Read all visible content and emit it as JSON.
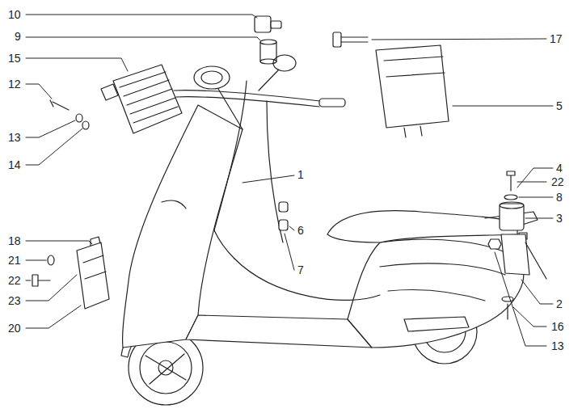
{
  "diagram": {
    "labels": [
      "10",
      "9",
      "17",
      "15",
      "12",
      "5",
      "13",
      "14",
      "4",
      "1",
      "22",
      "8",
      "3",
      "6",
      "18",
      "21",
      "7",
      "22",
      "23",
      "2",
      "16",
      "20",
      "13"
    ]
  }
}
